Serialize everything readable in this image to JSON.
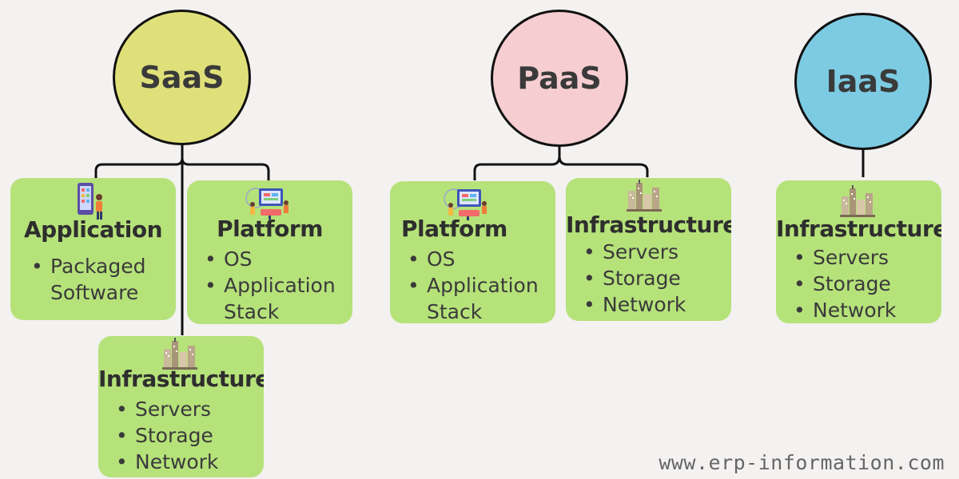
{
  "colors": {
    "background": "#f4f1f1",
    "saas": "#e0e07a",
    "paas": "#f6cdd1",
    "iaas": "#7ccbe3",
    "box": "#b6e27a",
    "line": "#111111"
  },
  "saas": {
    "label": "SaaS",
    "application": {
      "title": "Application",
      "items": [
        "Packaged",
        "Software"
      ],
      "icon": "phone-app-icon"
    },
    "platform": {
      "title": "Platform",
      "items": [
        "OS",
        "Application",
        "Stack"
      ],
      "icon": "platform-dev-icon"
    },
    "infrastructure": {
      "title": "Infrastructure",
      "items": [
        "Servers",
        "Storage",
        "Network"
      ],
      "icon": "city-buildings-icon"
    }
  },
  "paas": {
    "label": "PaaS",
    "platform": {
      "title": "Platform",
      "items": [
        "OS",
        "Application",
        "Stack"
      ],
      "icon": "platform-dev-icon"
    },
    "infrastructure": {
      "title": "Infrastructure",
      "items": [
        "Servers",
        "Storage",
        "Network"
      ],
      "icon": "city-buildings-icon"
    }
  },
  "iaas": {
    "label": "IaaS",
    "infrastructure": {
      "title": "Infrastructure",
      "items": [
        "Servers",
        "Storage",
        "Network"
      ],
      "icon": "city-buildings-icon"
    }
  },
  "footer": {
    "url": "www.erp-information.com"
  }
}
